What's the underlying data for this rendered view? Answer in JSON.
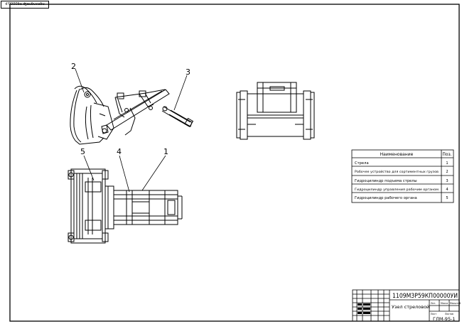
{
  "corner_stamp": "d'0000ɓa ʤeuɓuɤaɓu",
  "callouts": [
    "1",
    "2",
    "3",
    "4",
    "5"
  ],
  "spec_table": {
    "header_name": "Наименование",
    "header_pos": "Поз.",
    "rows": [
      {
        "name": "Стрела",
        "pos": "1"
      },
      {
        "name": "Рабочее устройство для сортиментных грузов",
        "pos": "2"
      },
      {
        "name": "Гидроцилиндр подъема стрелы",
        "pos": "3"
      },
      {
        "name": "Гидроцилиндр управления рабочим органом",
        "pos": "4"
      },
      {
        "name": "Гидроцилиндр рабочего органа",
        "pos": "5"
      }
    ]
  },
  "title_block": {
    "doc_code": "1109МЗР59КП00000УИ",
    "title": "Узел стреловой",
    "stage_label": "Лит.",
    "mass_label": "Масса",
    "scale_label": "Масштаб",
    "sheet_label": "Лист",
    "sheets_label": "Листов",
    "group": "ГЛМ-95-1"
  }
}
